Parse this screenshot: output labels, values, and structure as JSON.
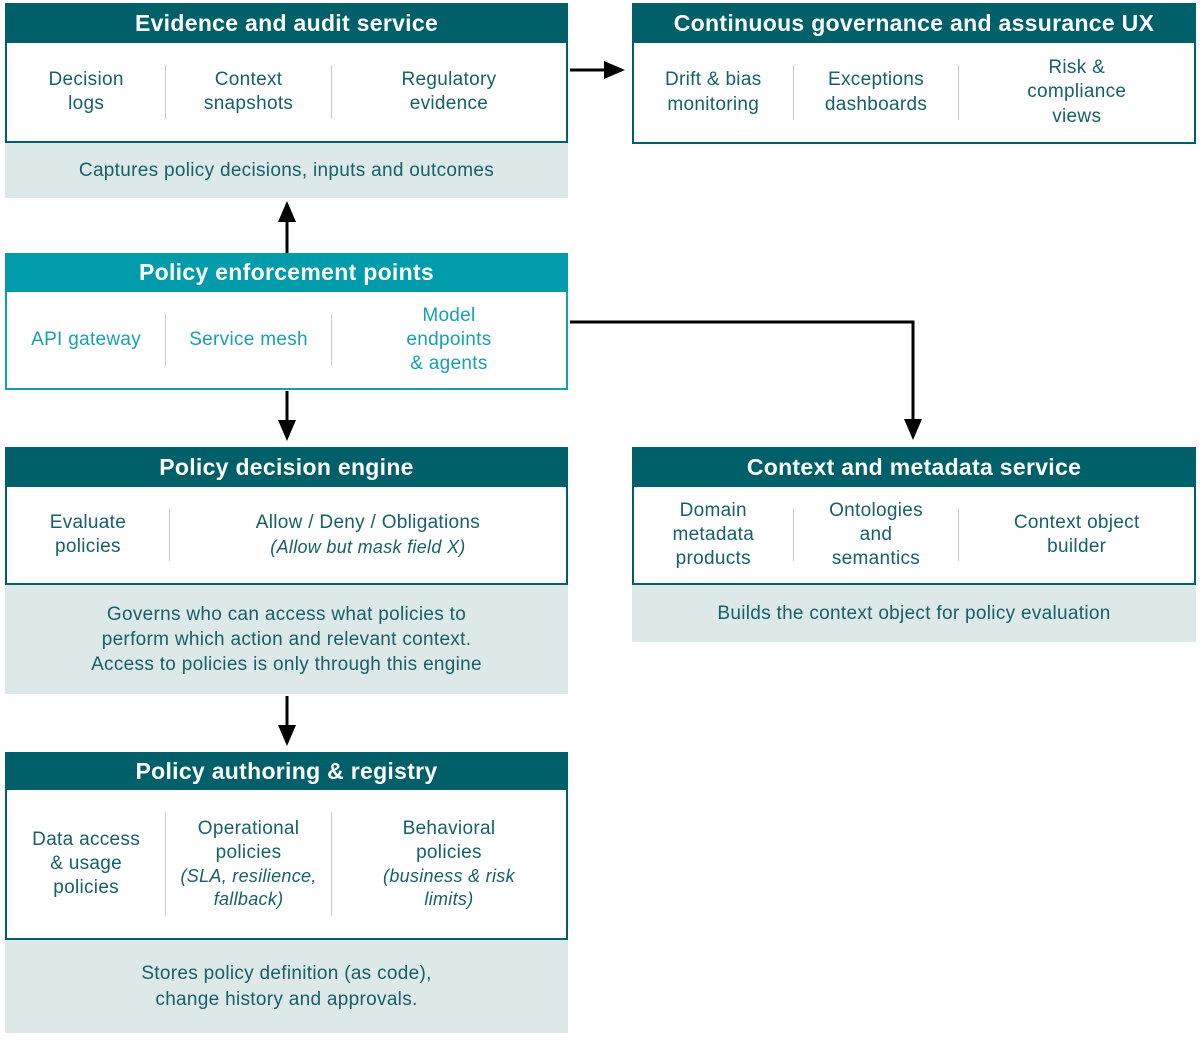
{
  "diagram": {
    "colors": {
      "header_dark_teal": "#006069",
      "header_cyan": "#009cac",
      "cyan_text": "#179fb4",
      "teal_text": "#176069",
      "footer_background": "#dde8e8",
      "divider_gray": "#c7caca",
      "arrow_black": "#000000"
    },
    "boxes": {
      "evidence": {
        "title": "Evidence and audit service",
        "items": [
          "Decision\nlogs",
          "Context\nsnapshots",
          "Regulatory\nevidence"
        ],
        "footer": "Captures policy decisions, inputs and outcomes"
      },
      "governance": {
        "title": "Continuous governance and assurance UX",
        "items": [
          "Drift & bias\nmonitoring",
          "Exceptions\ndashboards",
          "Risk &\ncompliance\nviews"
        ]
      },
      "enforcement": {
        "title": "Policy enforcement points",
        "items": [
          "API gateway",
          "Service mesh",
          "Model\nendpoints\n& agents"
        ]
      },
      "decision": {
        "title": "Policy decision engine",
        "items": [
          "Evaluate\npolicies",
          "Allow / Deny / Obligations"
        ],
        "item2_sub": "(Allow but mask field X)",
        "footer": "Governs who can access what policies to\nperform which action and relevant context.\nAccess to policies is only through this engine"
      },
      "context": {
        "title": "Context and metadata service",
        "items": [
          "Domain\nmetadata\nproducts",
          "Ontologies\nand\nsemantics",
          "Context object\nbuilder"
        ],
        "footer": "Builds the context object for policy evaluation"
      },
      "authoring": {
        "title": "Policy authoring & registry",
        "items": [
          "Data access\n& usage\npolicies",
          "Operational\npolicies",
          "Behavioral\npolicies"
        ],
        "item2_sub": "(SLA, resilience,\nfallback)",
        "item3_sub": "(business & risk\nlimits)",
        "footer": "Stores policy definition (as code),\nchange history and approvals."
      }
    }
  }
}
